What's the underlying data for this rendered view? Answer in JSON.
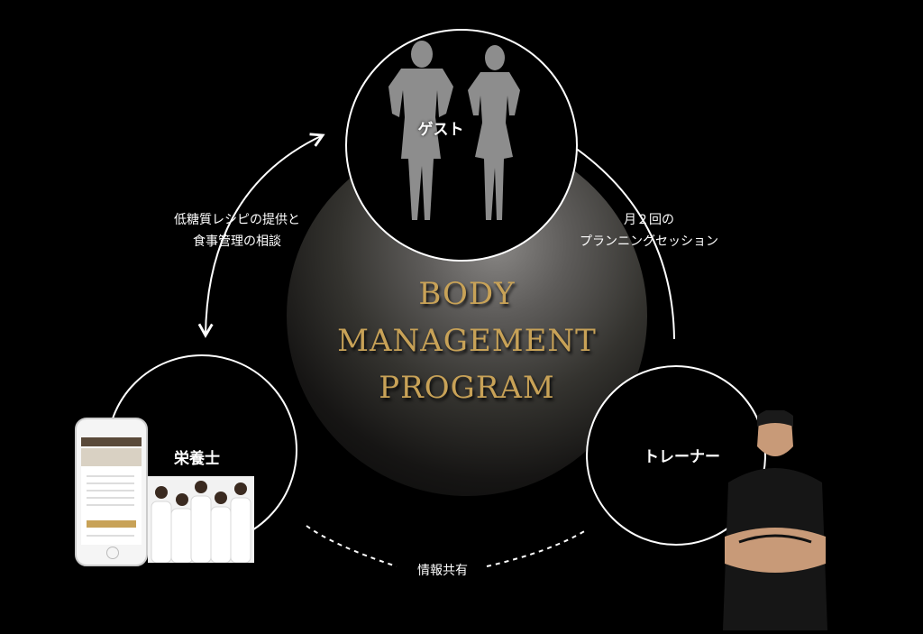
{
  "title": {
    "line1": "BODY",
    "line2": "MANAGEMENT",
    "line3": "PROGRAM"
  },
  "nodes": {
    "guest": "ゲスト",
    "nutritionist": "栄養士",
    "trainer": "トレーナー"
  },
  "captions": {
    "left": [
      "低糖質レシピの提供と",
      "食事管理の相談"
    ],
    "right": [
      "月２回の",
      "プランニングセッション"
    ],
    "bottom": "情報共有"
  },
  "colors": {
    "background": "#000000",
    "gold": "#c8a257",
    "line": "#ffffff"
  },
  "icons": [
    "guest-silhouettes-icon",
    "smartphone-app-icon",
    "nutritionist-staff-photo",
    "trainer-photo"
  ]
}
